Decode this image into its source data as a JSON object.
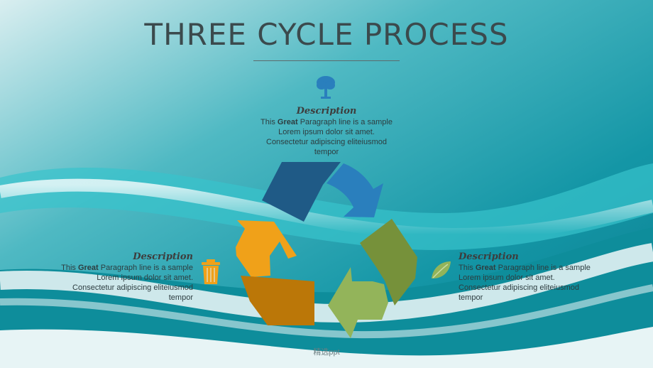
{
  "slide": {
    "title": "THREE CYCLE PROCESS",
    "footer": "精选ppt"
  },
  "descriptions": [
    {
      "heading": "Description",
      "prefix": "This ",
      "bold": "Great",
      "suffix": " Paragraph line is a sample",
      "line2": "Lorem ipsum dolor sit amet.",
      "line3": "Consectetur adipiscing eliteiusmod",
      "line4": "tempor",
      "icon": "tree-icon"
    },
    {
      "heading": "Description",
      "prefix": "This ",
      "bold": "Great",
      "suffix": " Paragraph line is a sample",
      "line2": "Lorem ipsum dolor sit amet.",
      "line3": "Consectetur adipiscing eliteiusmod",
      "line4": "tempor",
      "icon": "trash-icon"
    },
    {
      "heading": "Description",
      "prefix": "This ",
      "bold": "Great",
      "suffix": " Paragraph line is a sample",
      "line2": "Lorem ipsum dolor sit amet.",
      "line3": "Consectetur adipiscing eliteiusmod",
      "line4": "tempor",
      "icon": "leaf-icon"
    }
  ],
  "colors": {
    "background_teal": "#1fa6b4",
    "blue_dark": "#1f5a86",
    "blue_light": "#2a7fbd",
    "green_dark": "#76913a",
    "green_light": "#93b45a",
    "orange_light": "#f0a119",
    "orange_dark": "#bb7708"
  }
}
